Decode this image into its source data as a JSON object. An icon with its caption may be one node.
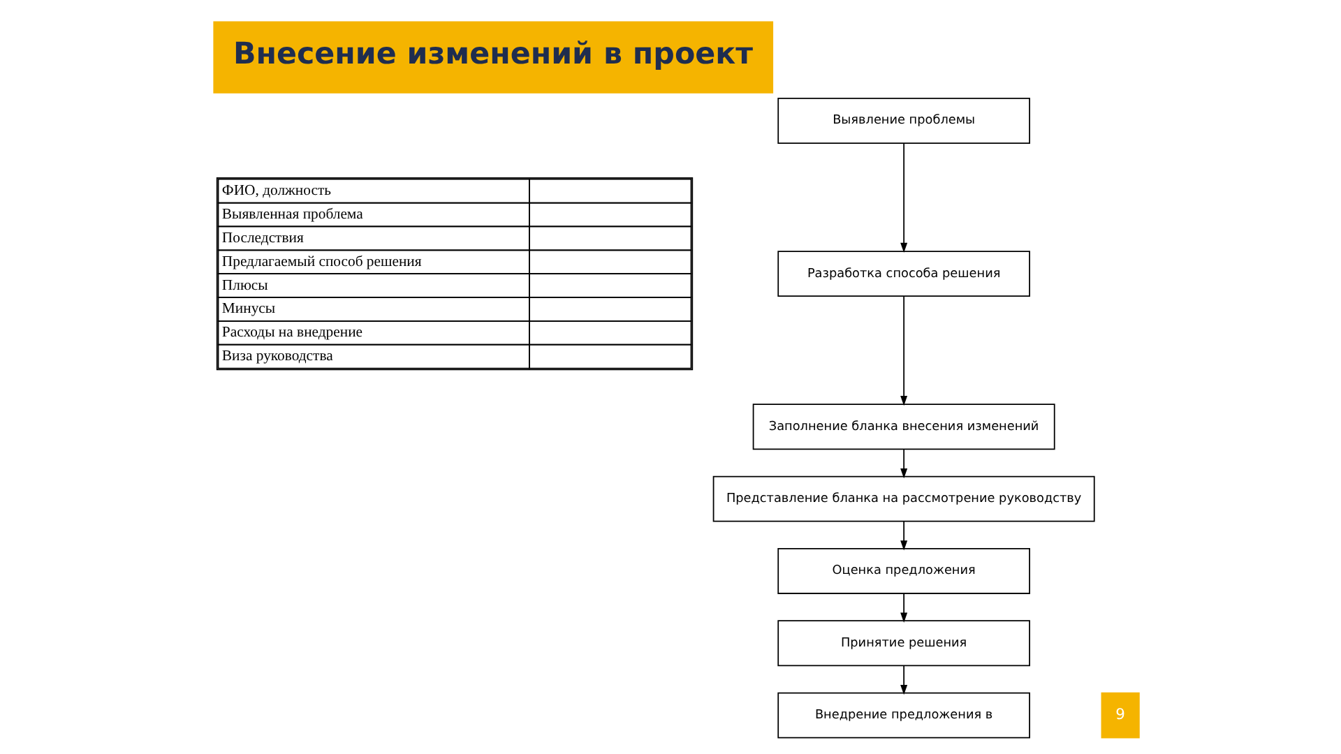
{
  "diagram": {
    "title": "Внесение изменений в проект",
    "nodes": [
      {
        "text": [
          "Выявление проблемы"
        ]
      },
      {
        "text": [
          "Разработка способа решения"
        ]
      },
      {
        "text": [
          "Заполнение бланка внесения изменений"
        ]
      },
      {
        "text": [
          "Представление бланка на рассмотрение руководству"
        ]
      },
      {
        "text": [
          "Оценка предложения"
        ]
      },
      {
        "text": [
          "Принятие решения"
        ]
      },
      {
        "text": [
          "Внедрение предложения в"
        ]
      }
    ],
    "edges": [
      {
        "from": 0,
        "to": 1,
        "arrow": "to"
      },
      {
        "from": 1,
        "to": 2,
        "arrow": "to"
      },
      {
        "from": 2,
        "to": 3,
        "arrow": "to"
      },
      {
        "from": 3,
        "to": 4,
        "arrow": "to"
      },
      {
        "from": 4,
        "to": 5,
        "arrow": "to"
      },
      {
        "from": 5,
        "to": 6,
        "arrow": "to"
      }
    ],
    "labels": [
      "ФИО, должность",
      "Выявленная проблема",
      "Последствия",
      "Предлагаемый способ решения",
      "Плюсы",
      "Минусы",
      "Расходы на внедрение",
      "Виза руководства",
      "9"
    ]
  }
}
